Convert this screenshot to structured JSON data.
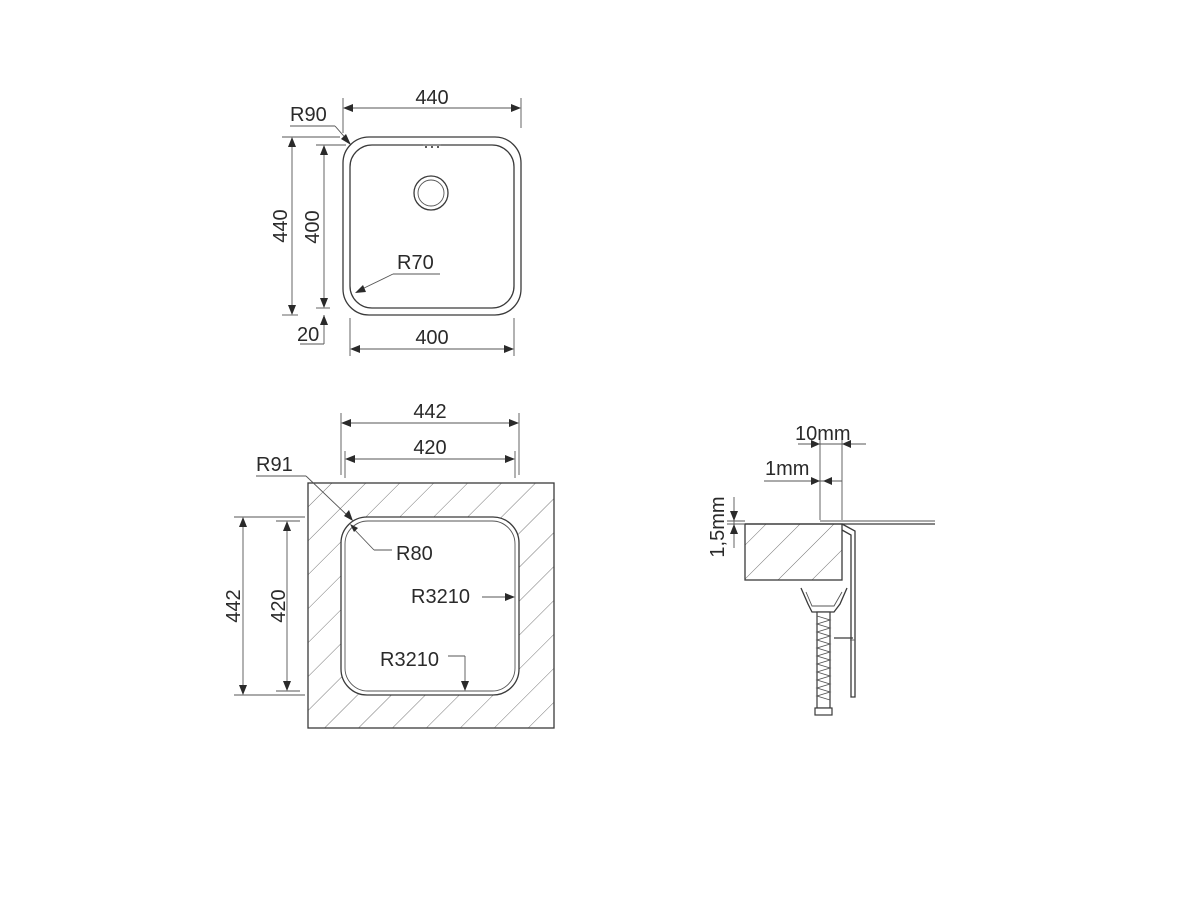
{
  "top_view": {
    "dim_width_outer": "440",
    "dim_width_inner": "400",
    "dim_height_outer": "440",
    "dim_height_inner": "400",
    "dim_offset": "20",
    "radius_outer": "R90",
    "radius_inner": "R70"
  },
  "cutout_view": {
    "dim_width_outer": "442",
    "dim_width_inner": "420",
    "dim_height_outer": "442",
    "dim_height_inner": "420",
    "radius_outer": "R91",
    "radius_inner": "R80",
    "radius_side": "R3210",
    "radius_bottom": "R3210"
  },
  "section_view": {
    "dim_gap": "10mm",
    "dim_lip": "1mm",
    "dim_thickness": "1,5mm"
  }
}
